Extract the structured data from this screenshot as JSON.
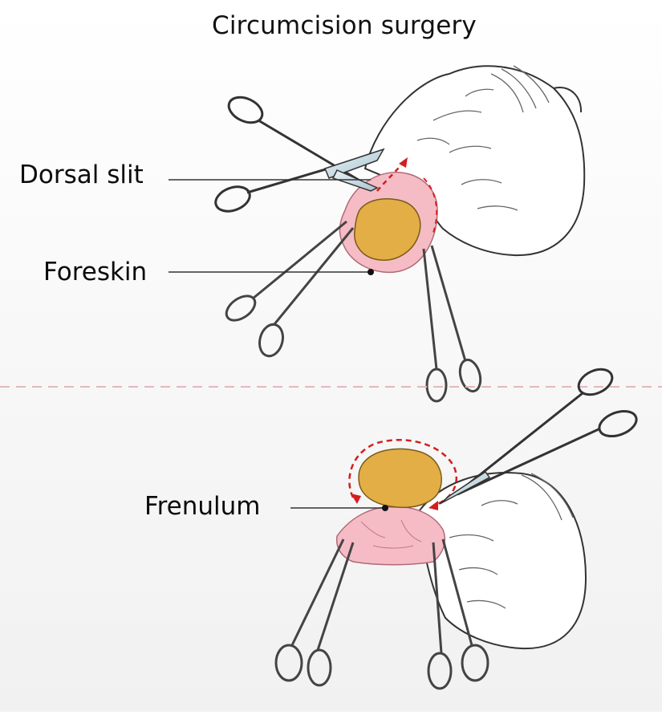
{
  "diagram": {
    "title": "Circumcision surgery",
    "labels": {
      "dorsal_slit": "Dorsal slit",
      "foreskin": "Foreskin",
      "frenulum": "Frenulum"
    },
    "panels": [
      "dorsal slit step",
      "frenulum step"
    ]
  },
  "colors": {
    "background": "#f7f7f7",
    "skin": "#ffffff",
    "glans": "#e3ae45",
    "foreskin": "#f6c0c8",
    "outline": "#3a3a3a",
    "instrument_blade": "#c8dde6",
    "cut_line": "#d21f1f",
    "divider": "#e3b8bc"
  },
  "icons": [
    "scissors-icon",
    "hemostat-clamp-icon",
    "cut-arrow-icon"
  ]
}
